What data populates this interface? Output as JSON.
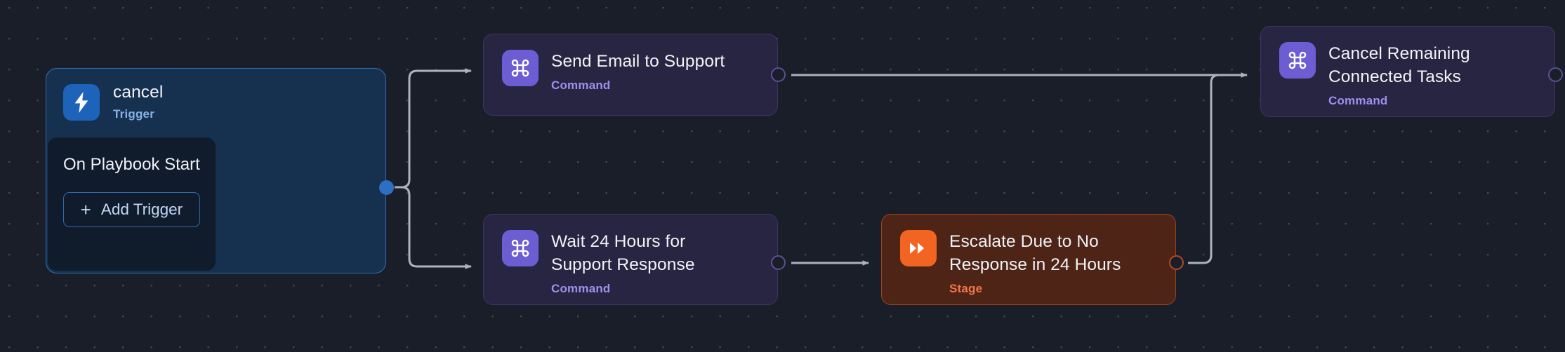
{
  "canvas": {
    "background_color": "#1a1e29",
    "grid_dot_color": "#4a4a42",
    "edge_color": "#aab3c0"
  },
  "trigger_node": {
    "icon": "lightning-bolt-icon",
    "title": "cancel",
    "subtitle": "Trigger",
    "accent_color": "#2f6fb5",
    "icon_bg_color": "#1d63ba",
    "body": {
      "label": "On Playbook Start",
      "port": "output-port-blue",
      "add_button_label": "Add Trigger",
      "add_button_plus": "+"
    }
  },
  "nodes": [
    {
      "id": "send-email-to-support",
      "type": "command",
      "icon": "command-icon",
      "title": "Send Email to Support",
      "subtitle": "Command",
      "accent_color": "#6d5dd3",
      "subtitle_color": "#9d8ff0"
    },
    {
      "id": "wait-24-hours-for-support-response",
      "type": "command",
      "icon": "command-icon",
      "title": "Wait 24 Hours for\nSupport Response",
      "subtitle": "Command",
      "accent_color": "#6d5dd3",
      "subtitle_color": "#9d8ff0"
    },
    {
      "id": "escalate-due-to-no-response-in-24-hours",
      "type": "stage",
      "icon": "double-chevron-icon",
      "title": "Escalate Due to No\nResponse in 24 Hours",
      "subtitle": "Stage",
      "accent_color": "#f26422",
      "subtitle_color": "#f0764a"
    },
    {
      "id": "cancel-remaining-connected-tasks",
      "type": "command",
      "icon": "command-icon",
      "title": "Cancel Remaining\nConnected Tasks",
      "subtitle": "Command",
      "accent_color": "#6d5dd3",
      "subtitle_color": "#9d8ff0"
    }
  ]
}
